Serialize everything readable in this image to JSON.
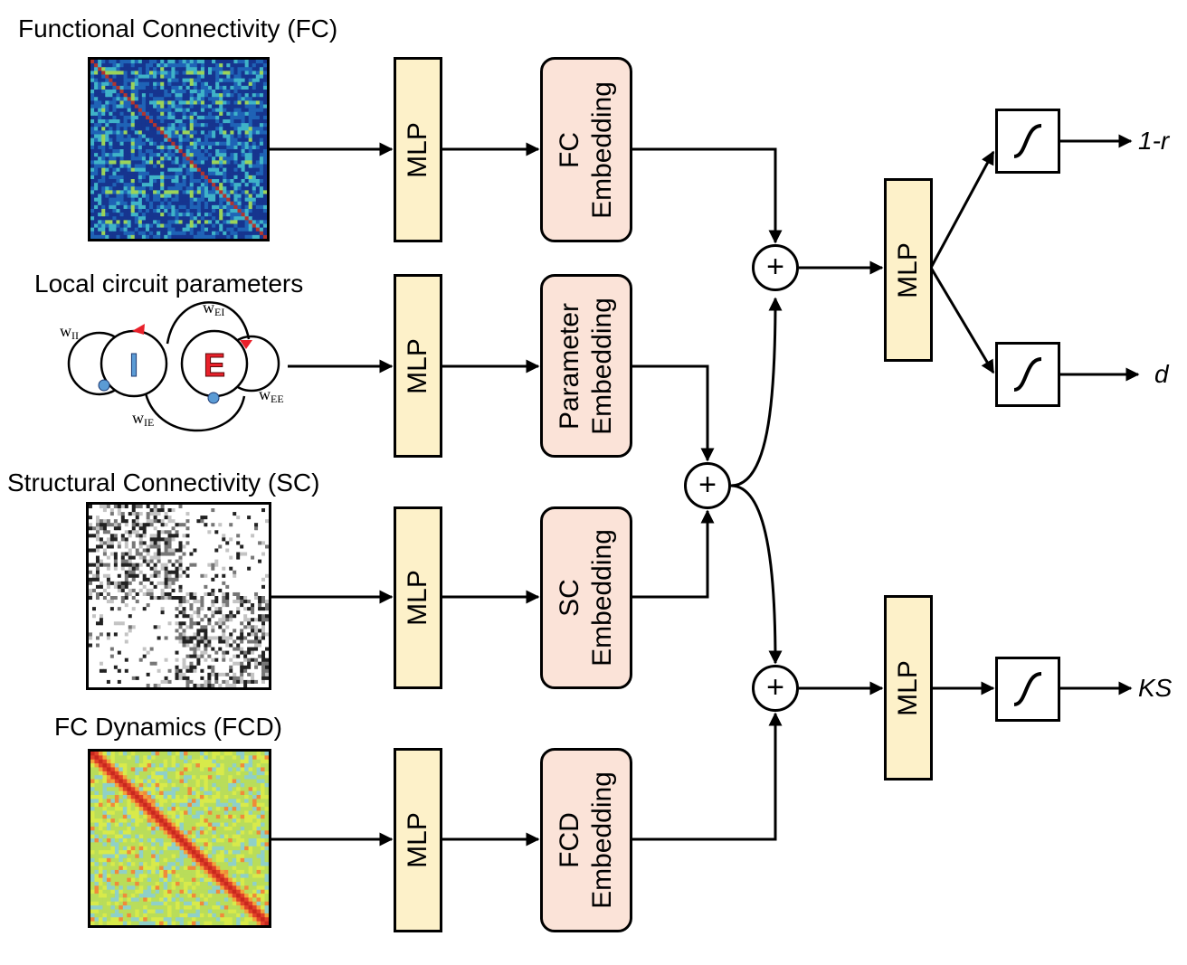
{
  "inputs": {
    "fc": {
      "title": "Functional Connectivity (FC)"
    },
    "params": {
      "title": "Local circuit parameters",
      "node_i": "I",
      "node_e": "E",
      "weights": {
        "w_ii": {
          "base": "w",
          "sub": "II"
        },
        "w_ei": {
          "base": "w",
          "sub": "EI"
        },
        "w_ie": {
          "base": "w",
          "sub": "IE"
        },
        "w_ee": {
          "base": "w",
          "sub": "EE"
        }
      }
    },
    "sc": {
      "title": "Structural Connectivity (SC)"
    },
    "fcd": {
      "title": "FC Dynamics (FCD)"
    }
  },
  "mlp_label": "MLP",
  "embeddings": {
    "fc": [
      "FC",
      "Embedding"
    ],
    "param": [
      "Parameter",
      "Embedding"
    ],
    "sc": [
      "SC",
      "Embedding"
    ],
    "fcd": [
      "FCD",
      "Embedding"
    ]
  },
  "combine_symbol": "+",
  "outputs": {
    "one_minus_r": "1-r",
    "d": "d",
    "ks": "KS"
  },
  "colors": {
    "mlp_fill": "#fdf1c9",
    "embedding_fill": "#fbe3d8",
    "stroke": "#000000",
    "inhibitory_marker": "#5b9bd5",
    "excitatory_marker": "#e8202a"
  }
}
